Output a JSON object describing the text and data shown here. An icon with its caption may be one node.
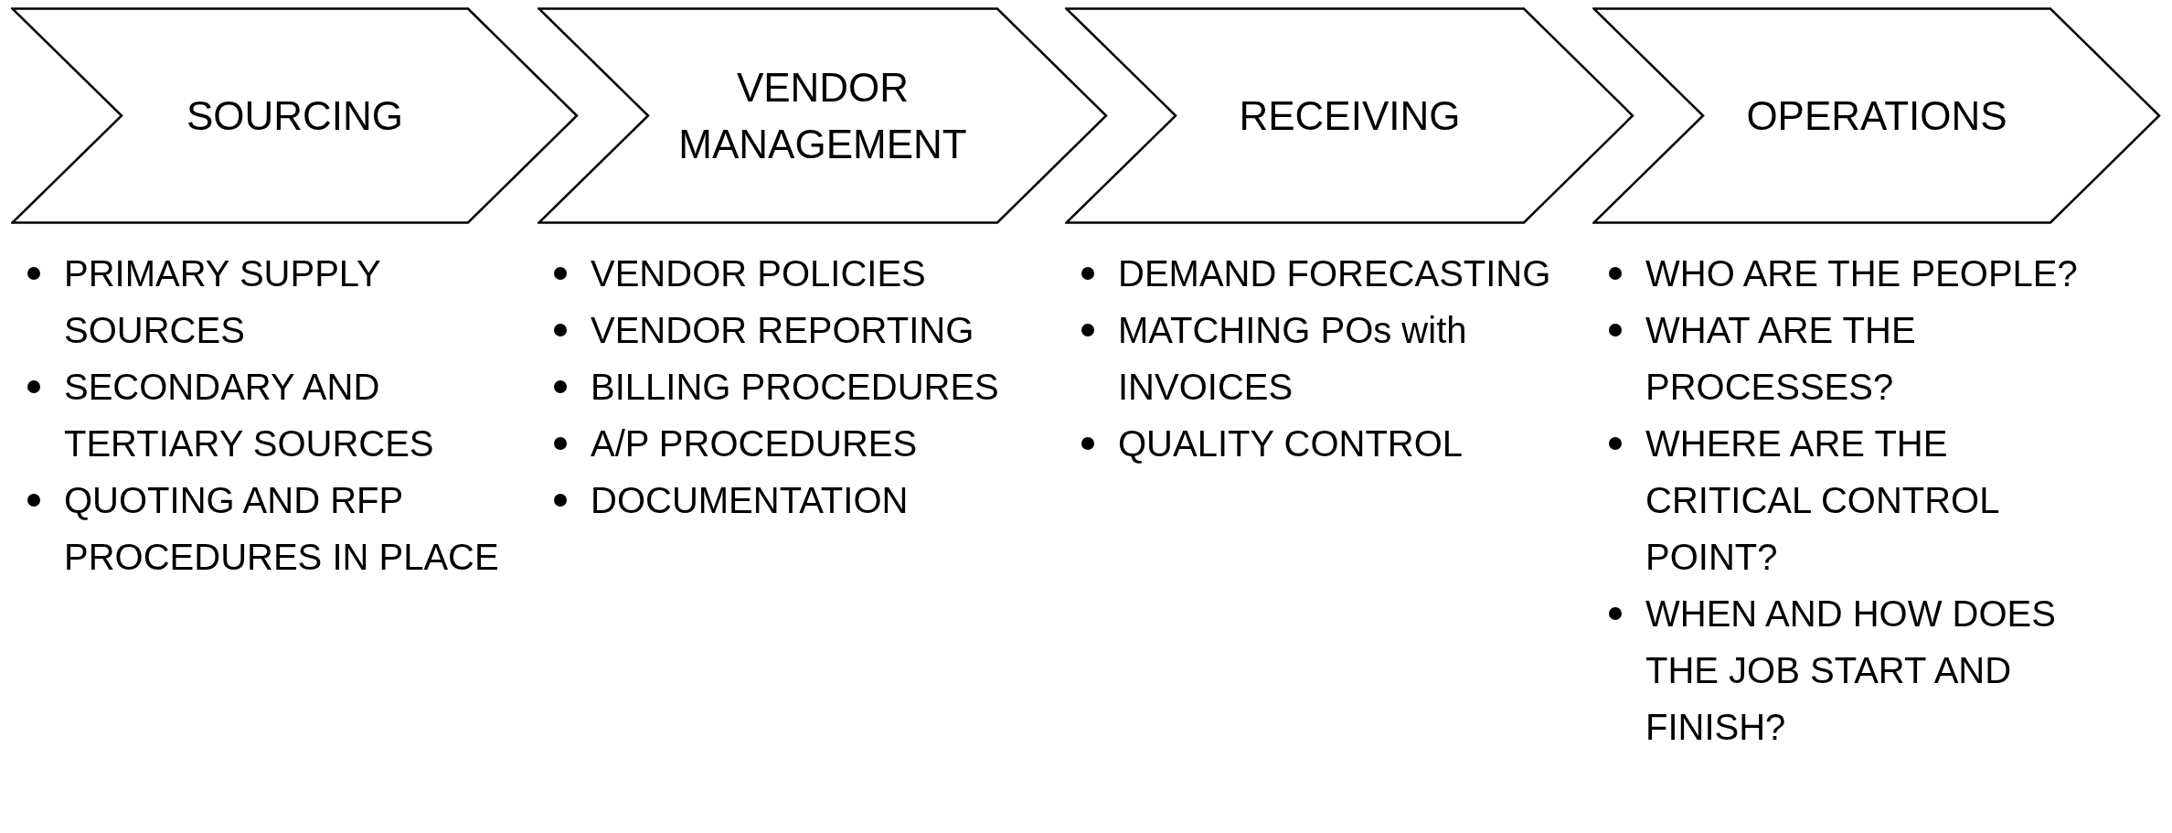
{
  "diagram": {
    "nodes": [
      {
        "text": [
          "SOURCING"
        ],
        "beside": [
          "PRIMARY SUPPLY SOURCES",
          "SECONDARY AND TERTIARY SOURCES",
          "QUOTING AND RFP PROCEDURES IN PLACE"
        ]
      },
      {
        "text": [
          "VENDOR MANAGEMENT"
        ],
        "beside": [
          "VENDOR POLICIES",
          "VENDOR REPORTING",
          "BILLING PROCEDURES",
          "A/P PROCEDURES",
          "DOCUMENTATION"
        ]
      },
      {
        "text": [
          "RECEIVING"
        ],
        "beside": [
          "DEMAND FORECASTING",
          "MATCHING POs with INVOICES",
          "QUALITY CONTROL"
        ]
      },
      {
        "text": [
          "OPERATIONS"
        ],
        "beside": [
          "WHO ARE THE PEOPLE?",
          "WHAT ARE THE PROCESSES?",
          "WHERE ARE THE CRITICAL CONTROL POINT?",
          "WHEN AND HOW DOES THE JOB START AND FINISH?"
        ]
      }
    ],
    "edges": []
  }
}
